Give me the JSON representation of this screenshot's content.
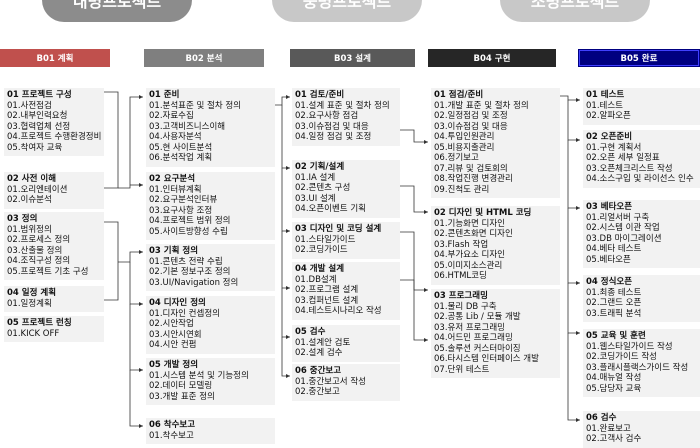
{
  "pills": [
    "내명프로젝트",
    "중명프로젝트",
    "조명프로젝트"
  ],
  "phases": [
    {
      "label": "B01 계획",
      "color": "#c0504d"
    },
    {
      "label": "B02 분석",
      "color": "#7f7f7f"
    },
    {
      "label": "B03 설계",
      "color": "#595959"
    },
    {
      "label": "B04 구현",
      "color": "#262626"
    },
    {
      "label": "B05 완료",
      "color": "#000080"
    }
  ],
  "columns": [
    {
      "sections": [
        {
          "title": "01 프로젝트 구성",
          "items": [
            "01.사전점검",
            "02.내부인력요청",
            "03.협력업체 선정",
            "04.프로젝트 수행환경정비",
            "05.착여자 교육"
          ]
        },
        {
          "title": "02 사전 이해",
          "items": [
            "01.오리엔테이션",
            "02.이슈분석"
          ]
        },
        {
          "title": "03 정의",
          "items": [
            "01.범위정의",
            "02.프로세스 정의",
            "03.산출물 정의",
            "04.조직구성 정의",
            "05.프로젝트 기초 구성"
          ]
        },
        {
          "title": "04 일정 계획",
          "items": [
            "01.일정계획"
          ]
        },
        {
          "title": "05 프로젝트 런칭",
          "items": [
            "01.KICK OFF"
          ]
        }
      ]
    },
    {
      "sections": [
        {
          "title": "01 준비",
          "items": [
            "01.분석표준 및 절차 정의",
            "02.자료수집",
            "03.고객비즈니스이해",
            "04.사용자분석",
            "05.현 사이트분석",
            "06.분석작업 계획"
          ]
        },
        {
          "title": "02 요구분석",
          "items": [
            "01.인터뷰계획",
            "02.요구분석인터뷰",
            "03.요구사항 조정",
            "04.프로젝트 범위 정의",
            "05.사이트방향성 수립"
          ]
        },
        {
          "title": "03 기획 정의",
          "items": [
            "01.콘텐츠 전략 수립",
            "02.기본 정보구조 정의",
            "03.UI/Navigation 정의"
          ]
        },
        {
          "title": "04 디자인 정의",
          "items": [
            "01.디자인 컨셉정의",
            "02.시안작업",
            "03.시안시연회",
            "04.시안 컨펌"
          ]
        },
        {
          "title": "05 개발 정의",
          "items": [
            "01.시스템 분석 및 기능정의",
            "02.데이터 모델링",
            "03.개발 표준 정의"
          ]
        },
        {
          "title": "06 착수보고",
          "items": [
            "01.착수보고"
          ]
        }
      ]
    },
    {
      "sections": [
        {
          "title": "01 검토/준비",
          "items": [
            "01.설계 표준 및 절차 정의",
            "02.요구사항 점검",
            "03.이슈점검 및 대응",
            "04.일정 점검 및 조정"
          ]
        },
        {
          "title": "02 기획/설계",
          "items": [
            "01.IA 설계",
            "02.콘텐츠 구성",
            "03.UI 설계",
            "04.오픈이벤트 기획"
          ]
        },
        {
          "title": "03 디자인 및 코딩 설계",
          "items": [
            "01.스타일가이드",
            "02.코딩가이드"
          ]
        },
        {
          "title": "04 개발 설계",
          "items": [
            "01.DB설계",
            "02.프로그램 설계",
            "03.컴퍼넌트 설계",
            "04.테스트시나리오 작성"
          ]
        },
        {
          "title": "05 검수",
          "items": [
            "01.설계안 검토",
            "02.설계 검수"
          ]
        },
        {
          "title": "06 중간보고",
          "items": [
            "01.중간보고서 작성",
            "02.중간보고"
          ]
        }
      ]
    },
    {
      "sections": [
        {
          "title": "01 점검/준비",
          "items": [
            "01.개발 표준 및 절차 정의",
            "02.일정점검 및 조정",
            "03.이슈점검 및 대응",
            "04.투입인원관리",
            "05.비용지출관리",
            "06.정기보고",
            "07.리뷰 및 검토회의",
            "08.작업진행 변경관리",
            "09.진척도 관리"
          ]
        },
        {
          "title": "02 디자인 및 HTML 코딩",
          "items": [
            "01.기능화면 디자인",
            "02.콘텐츠화면 디자인",
            "03.Flash 작업",
            "04.부가요소 디자인",
            "05.이미지소스관리",
            "06.HTML코딩"
          ]
        },
        {
          "title": "03 프로그래밍",
          "items": [
            "01.물리 DB 구축",
            "02.공통 Lib / 모듈 개발",
            "03.유저 프로그래밍",
            "04.어드민 프로그래밍",
            "05.솔루션 커스터마이징",
            "06.타시스템 인터페이스 개발",
            "07.단위 테스트"
          ]
        }
      ]
    },
    {
      "sections": [
        {
          "title": "01 테스트",
          "items": [
            "01.테스트",
            "02.알파오픈"
          ]
        },
        {
          "title": "02 오픈준비",
          "items": [
            "01.구현 계획서",
            "02.오픈 세부 일정표",
            "03.오픈체크리스트 작성",
            "04.소스구입 및 라이선스 인수"
          ]
        },
        {
          "title": "03 베타오픈",
          "items": [
            "01.리얼서버 구축",
            "02.시스템 이관 작업",
            "03.DB 마이그레이션",
            "04.베타 테스트",
            "05.베타오픈"
          ]
        },
        {
          "title": "04 정식오픈",
          "items": [
            "01.최종 테스트",
            "02.그랜드 오픈",
            "03.트래픽 분석"
          ]
        },
        {
          "title": "05 교육 및 훈련",
          "items": [
            "01.웹스타일가이드 작성",
            "02.코딩가이드 작성",
            "03.플래시플랙스가이드 작성",
            "04.매뉴얼 작성",
            "05.담당자 교육"
          ]
        },
        {
          "title": "06 검수",
          "items": [
            "01.완료보고",
            "02.고객사 검수"
          ]
        }
      ]
    }
  ]
}
